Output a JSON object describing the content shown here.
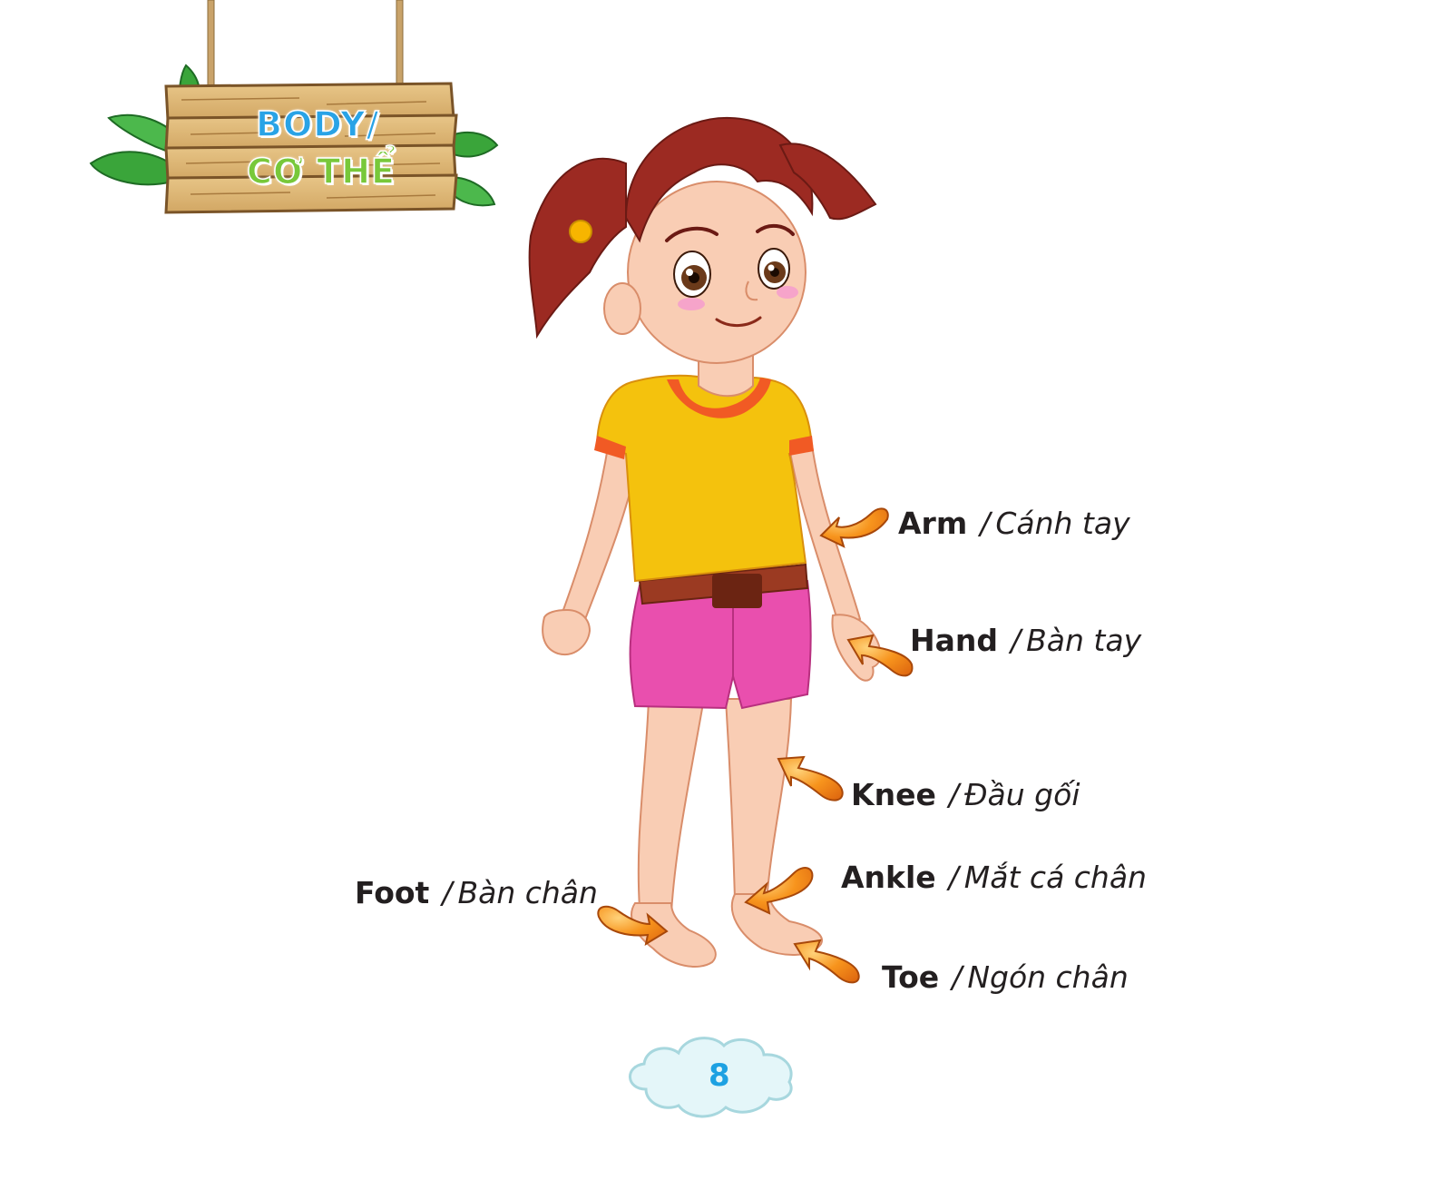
{
  "sign": {
    "line1": "BODY/",
    "line2": "CƠ THỂ"
  },
  "labels": {
    "arm": {
      "en": "Arm",
      "sep": "/",
      "vi": "Cánh tay"
    },
    "hand": {
      "en": "Hand",
      "sep": "/",
      "vi": "Bàn tay"
    },
    "knee": {
      "en": "Knee",
      "sep": "/",
      "vi": "Đầu gối"
    },
    "ankle": {
      "en": "Ankle",
      "sep": "/",
      "vi": "Mắt cá chân"
    },
    "foot": {
      "en": "Foot",
      "sep": "/",
      "vi": "Bàn chân"
    },
    "toe": {
      "en": "Toe",
      "sep": "/",
      "vi": "Ngón chân"
    }
  },
  "page_number": "8",
  "colors": {
    "arrow": "#f7941d",
    "sign_blue": "#29a3e6",
    "sign_green": "#78c83a",
    "shirt": "#f4c20d",
    "shorts": "#e94fae",
    "hair": "#9c2a22"
  }
}
